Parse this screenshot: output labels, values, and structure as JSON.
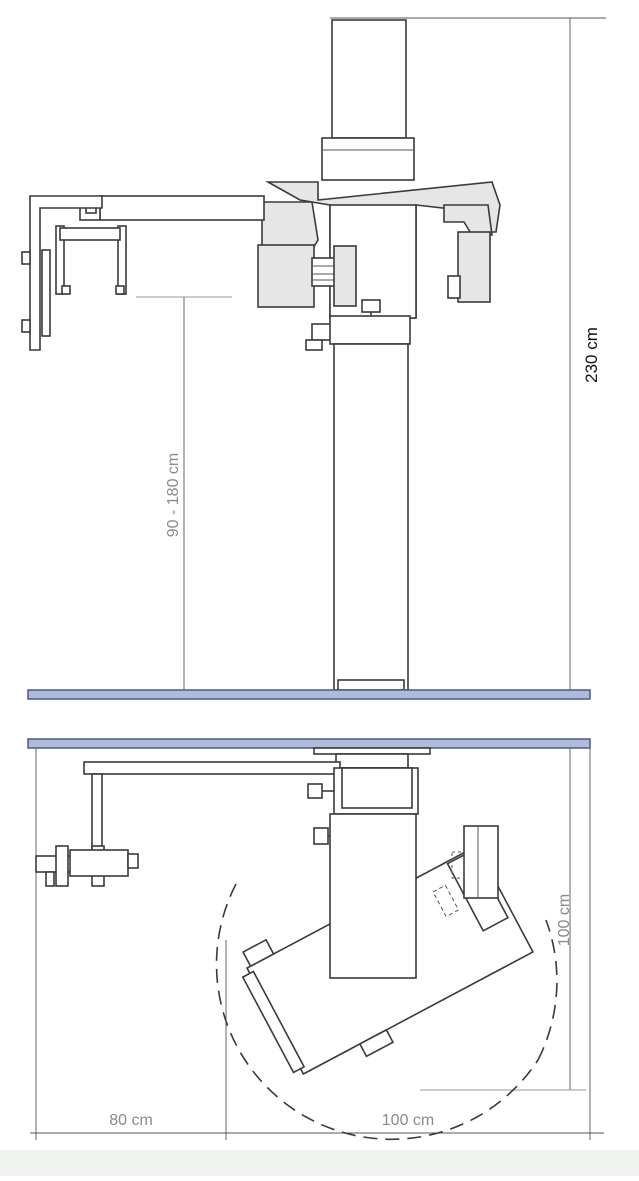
{
  "dimensions": {
    "total_height": "230 cm",
    "arm_height_range": "90 - 180 cm",
    "arm_reach": "80 cm",
    "rotation_diameter": "100 cm",
    "rotation_radius": "100 cm"
  },
  "colors": {
    "floor_fill": "#aebcdc",
    "line": "#3a3a3a",
    "dimension_label_grey": "#8a8a8a"
  }
}
